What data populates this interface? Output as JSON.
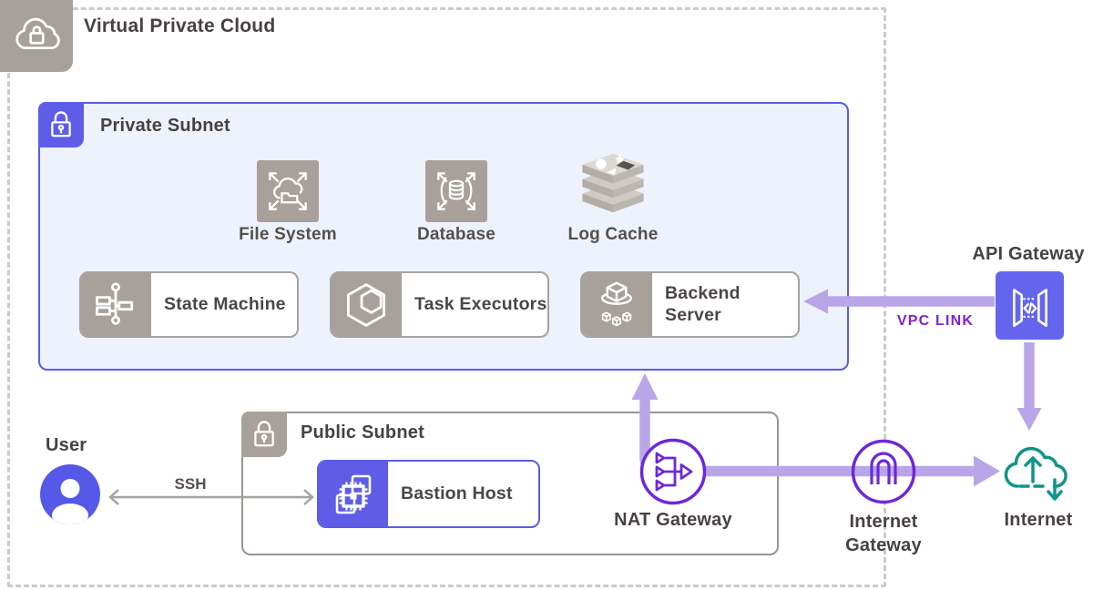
{
  "vpc": {
    "title": "Virtual Private Cloud"
  },
  "private_subnet": {
    "title": "Private Subnet",
    "services": [
      {
        "label": "File System"
      },
      {
        "label": "Database"
      },
      {
        "label": "Log Cache"
      }
    ],
    "nodes": [
      {
        "label": "State Machine"
      },
      {
        "label": "Task Executors"
      },
      {
        "label": "Backend Server"
      }
    ]
  },
  "public_subnet": {
    "title": "Public Subnet",
    "bastion_label": "Bastion Host"
  },
  "user": {
    "label": "User"
  },
  "gateways": {
    "nat_label": "NAT Gateway",
    "igw_label": "Internet Gateway"
  },
  "external": {
    "api_gateway_label": "API Gateway",
    "internet_label": "Internet"
  },
  "edges": {
    "ssh_label": "SSH",
    "vpc_link_label": "VPC LINK"
  },
  "colors": {
    "accent_indigo": "#5f5ce8",
    "api_square_indigo": "#6465ee",
    "deep_purple": "#6d28d9",
    "light_purple_arrow": "#b8a6e8",
    "vpc_link_text": "#7e22ce",
    "teal": "#0f9488",
    "warm_gray": "#a8a19b",
    "box_border_gray": "#a8a29e",
    "dashed_border_gray": "#cbcbcb",
    "subnet_fill": "#eef2fd",
    "text_dark": "#474240"
  }
}
